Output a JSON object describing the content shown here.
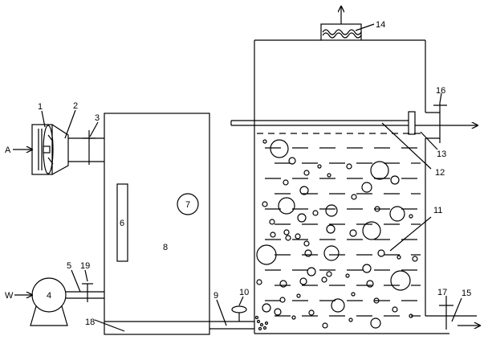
{
  "labels": {
    "n1": "1",
    "n2": "2",
    "n3": "3",
    "n4": "4",
    "n5": "5",
    "n6": "6",
    "n7": "7",
    "n8": "8",
    "n9": "9",
    "n10": "10",
    "n11": "11",
    "n12": "12",
    "n13": "13",
    "n14": "14",
    "n15": "15",
    "n16": "16",
    "n17": "17",
    "n18": "18",
    "n19": "19"
  },
  "inputs": {
    "a": "A",
    "w": "W"
  }
}
